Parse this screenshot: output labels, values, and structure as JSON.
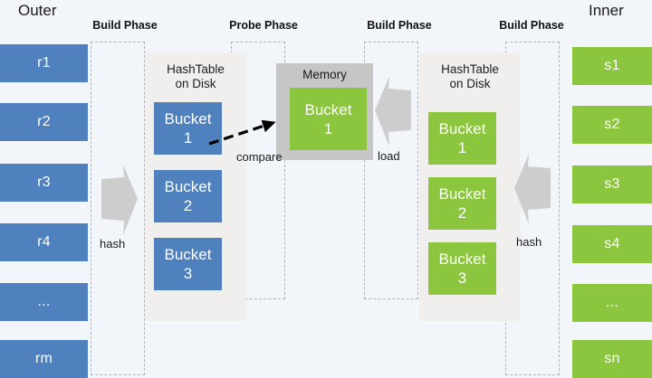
{
  "diagram": {
    "title_outer": "Outer",
    "title_inner": "Inner",
    "phases": [
      {
        "label": "Build Phase"
      },
      {
        "label": "Probe Phase"
      },
      {
        "label": "Build Phase"
      },
      {
        "label": "Build Phase"
      }
    ],
    "outer_records": [
      "r1",
      "r2",
      "r3",
      "r4",
      "...",
      "rm"
    ],
    "inner_records": [
      "s1",
      "s2",
      "s3",
      "s4",
      "...",
      "sn"
    ],
    "disk_left": {
      "caption_line1": "HashTable",
      "caption_line2": "on Disk",
      "buckets": [
        {
          "name": "Bucket",
          "index": "1"
        },
        {
          "name": "Bucket",
          "index": "2"
        },
        {
          "name": "Bucket",
          "index": "3"
        }
      ]
    },
    "disk_right": {
      "caption_line1": "HashTable",
      "caption_line2": "on Disk",
      "buckets": [
        {
          "name": "Bucket",
          "index": "1"
        },
        {
          "name": "Bucket",
          "index": "2"
        },
        {
          "name": "Bucket",
          "index": "3"
        }
      ]
    },
    "memory": {
      "caption": "Memory",
      "bucket_name": "Bucket",
      "bucket_index": "1"
    },
    "captions": {
      "hash_left": "hash",
      "hash_right": "hash",
      "compare": "compare",
      "load": "load"
    },
    "colors": {
      "outer_blue": "#4e81bd",
      "inner_green": "#8cc63e",
      "memory_gray": "#c6c6c6",
      "disk_panel_gray": "#f0efed",
      "arrow_gray": "#cdcdcd",
      "background": "#f2f6fb",
      "dash_border": "#b0b4b8"
    }
  }
}
